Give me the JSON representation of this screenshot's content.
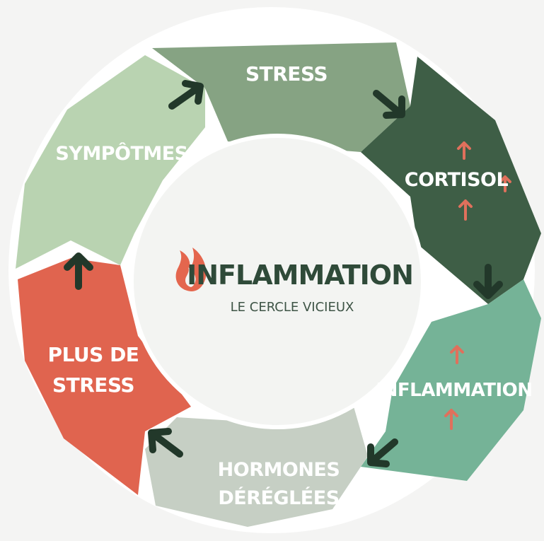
{
  "diagram": {
    "center": {
      "title": "INFLAMMATION",
      "subtitle": "LE CERCLE VICIEUX",
      "icon": "flame-icon"
    },
    "stages": [
      {
        "id": "stress",
        "label": "STRESS",
        "color": "#86a383"
      },
      {
        "id": "cortisol",
        "label": "CORTISOL",
        "color": "#3e5e46"
      },
      {
        "id": "inflammation",
        "label": "INFLAMMATION",
        "color": "#75b397"
      },
      {
        "id": "hormones",
        "label_line1": "HORMONES",
        "label_line2": "DÉRÉGLÉES",
        "color": "#c6cfc4"
      },
      {
        "id": "plus-de-stress",
        "label_line1": "PLUS DE",
        "label_line2": "STRESS",
        "color": "#e0644f"
      },
      {
        "id": "symptomes",
        "label": "SYMPÔTMES",
        "color": "#b9d3b1"
      }
    ],
    "colors": {
      "arrow": "#22382a",
      "up_arrow": "#e0705c",
      "ring_bg": "#ffffff",
      "center_bg": "#f3f4f2",
      "flame": "#e4664e"
    }
  }
}
